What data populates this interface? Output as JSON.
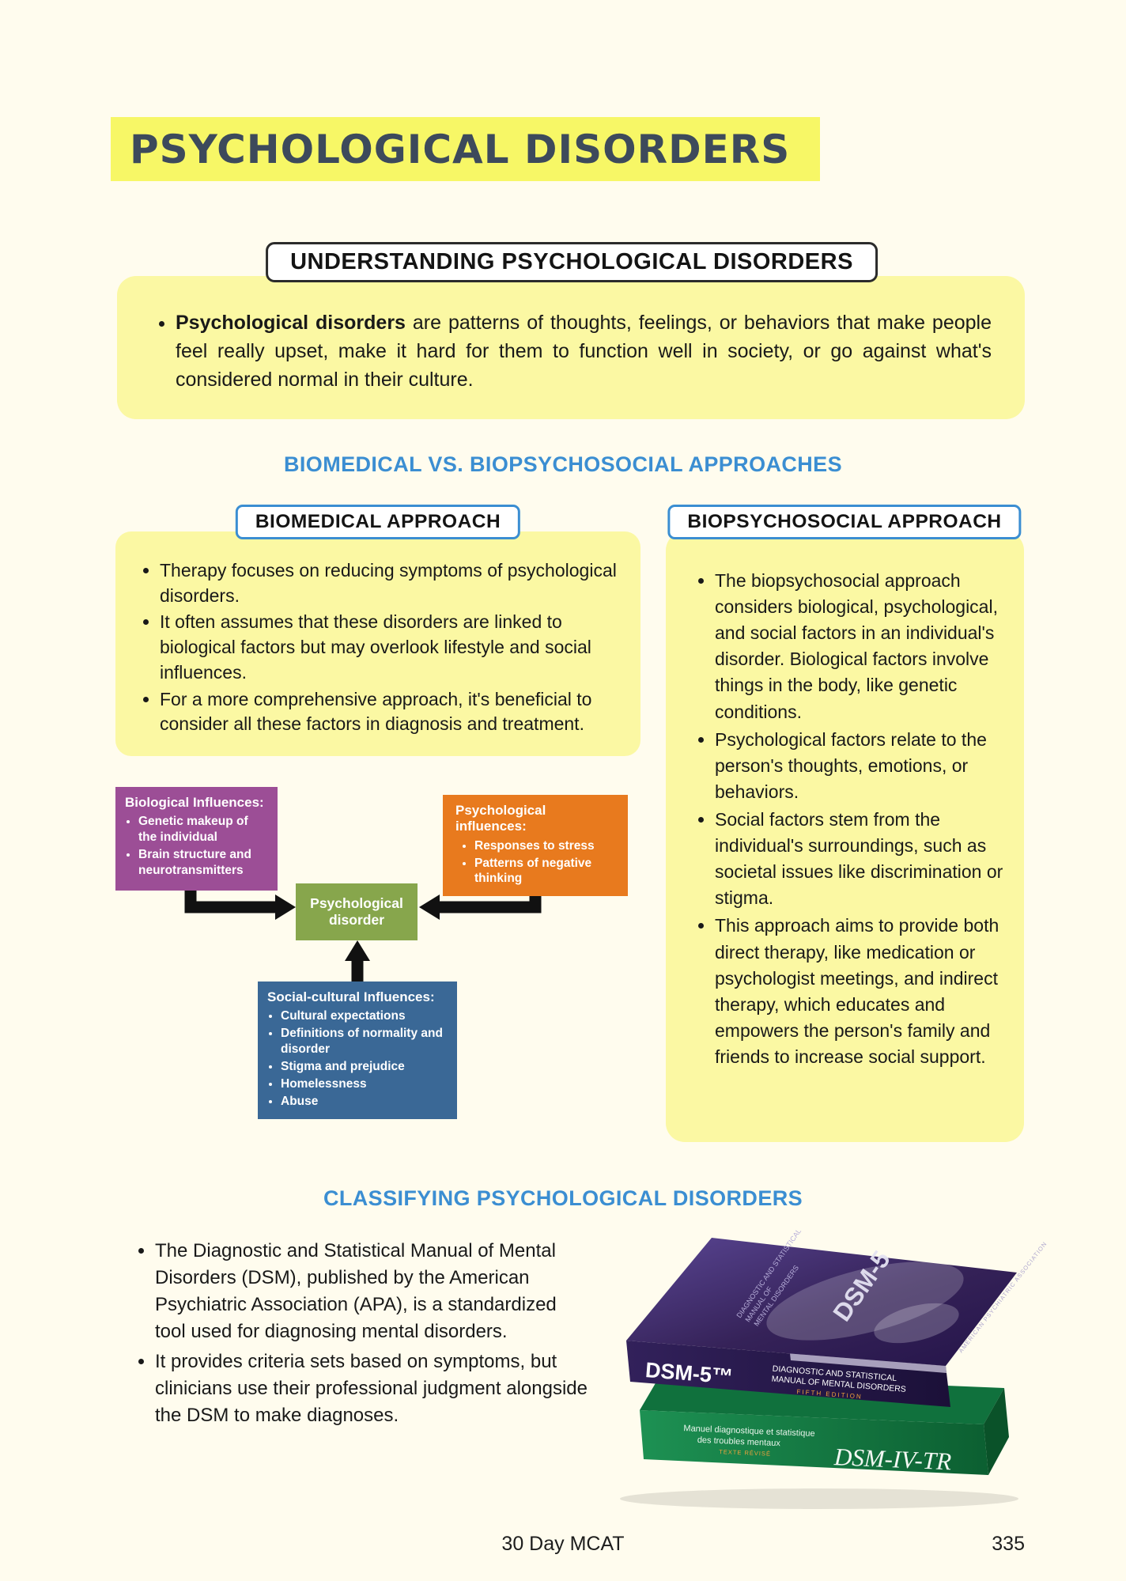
{
  "page": {
    "title": "PSYCHOLOGICAL DISORDERS",
    "footer": {
      "center": "30 Day MCAT",
      "page_number": "335"
    }
  },
  "colors": {
    "highlight_yellow": "#F7F766",
    "box_yellow": "#FBF8A3",
    "accent_blue": "#3B8ED2",
    "title_text": "#3D4A5B",
    "diagram_purple": "#9C4E96",
    "diagram_orange": "#E87A1E",
    "diagram_green": "#87A64C",
    "diagram_blue": "#3A6896"
  },
  "understanding": {
    "heading": "UNDERSTANDING PSYCHOLOGICAL DISORDERS",
    "bullet": {
      "lead_bold": "Psychological disorders",
      "rest": " are patterns of thoughts, feelings, or behaviors that make people feel really upset, make it hard for them to function well in society, or go against what's considered normal in their culture."
    }
  },
  "approaches": {
    "section_heading": "BIOMEDICAL VS. BIOPSYCHOSOCIAL APPROACHES",
    "biomedical": {
      "heading": "BIOMEDICAL APPROACH",
      "bullets": [
        "Therapy focuses on reducing symptoms of psychological disorders.",
        "It often assumes that these disorders are linked to biological factors but may overlook lifestyle and social influences.",
        "For a more comprehensive approach, it's beneficial to consider all these factors in diagnosis and treatment."
      ]
    },
    "biopsychosocial": {
      "heading": "BIOPSYCHOSOCIAL APPROACH",
      "bullets": [
        "The biopsychosocial approach considers biological, psychological, and social factors in an individual's disorder. Biological factors involve things in the body, like genetic conditions.",
        "Psychological factors relate to the person's thoughts, emotions, or behaviors.",
        "Social factors stem from the individual's surroundings, such as societal issues like discrimination or stigma.",
        "This approach aims to provide both direct therapy, like medication or psychologist meetings, and indirect therapy, which educates and empowers the person's family and friends to increase social support."
      ]
    }
  },
  "diagram": {
    "biological": {
      "title": "Biological Influences:",
      "items": [
        "Genetic makeup of the individual",
        "Brain structure and neurotransmitters"
      ]
    },
    "psychological": {
      "title": "Psychological influences:",
      "items": [
        "Responses to stress",
        "Patterns of negative thinking"
      ]
    },
    "outcome": {
      "title": "Psychological disorder"
    },
    "social": {
      "title": "Social-cultural Influences:",
      "items": [
        "Cultural expectations",
        "Definitions of normality and disorder",
        "Stigma and prejudice",
        "Homelessness",
        "Abuse"
      ]
    }
  },
  "classifying": {
    "section_heading": "CLASSIFYING PSYCHOLOGICAL DISORDERS",
    "bullets": [
      "The Diagnostic and Statistical Manual of Mental Disorders (DSM), published by the American Psychiatric Association (APA), is a standardized tool used for diagnosing mental disorders.",
      "It provides criteria sets based on symptoms, but clinicians use their professional judgment alongside the DSM to make diagnoses."
    ],
    "book": {
      "spine_title": "DSM-5™",
      "spine_line1": "DIAGNOSTIC AND STATISTICAL",
      "spine_line2": "MANUAL OF MENTAL DISORDERS",
      "spine_edition": "FIFTH EDITION",
      "cover_title": "DSM-5",
      "cover_line1": "DIAGNOSTIC AND STATISTICAL",
      "cover_line2": "MANUAL OF",
      "cover_line3": "MENTAL DISORDERS",
      "cover_edge": "AMERICAN PSYCHIATRIC ASSOCIATION",
      "lower_line1": "Manuel diagnostique et statistique",
      "lower_line2": "des troubles mentaux",
      "lower_small": "TEXTE RÉVISÉ",
      "lower_title": "DSM-IV-TR"
    }
  }
}
